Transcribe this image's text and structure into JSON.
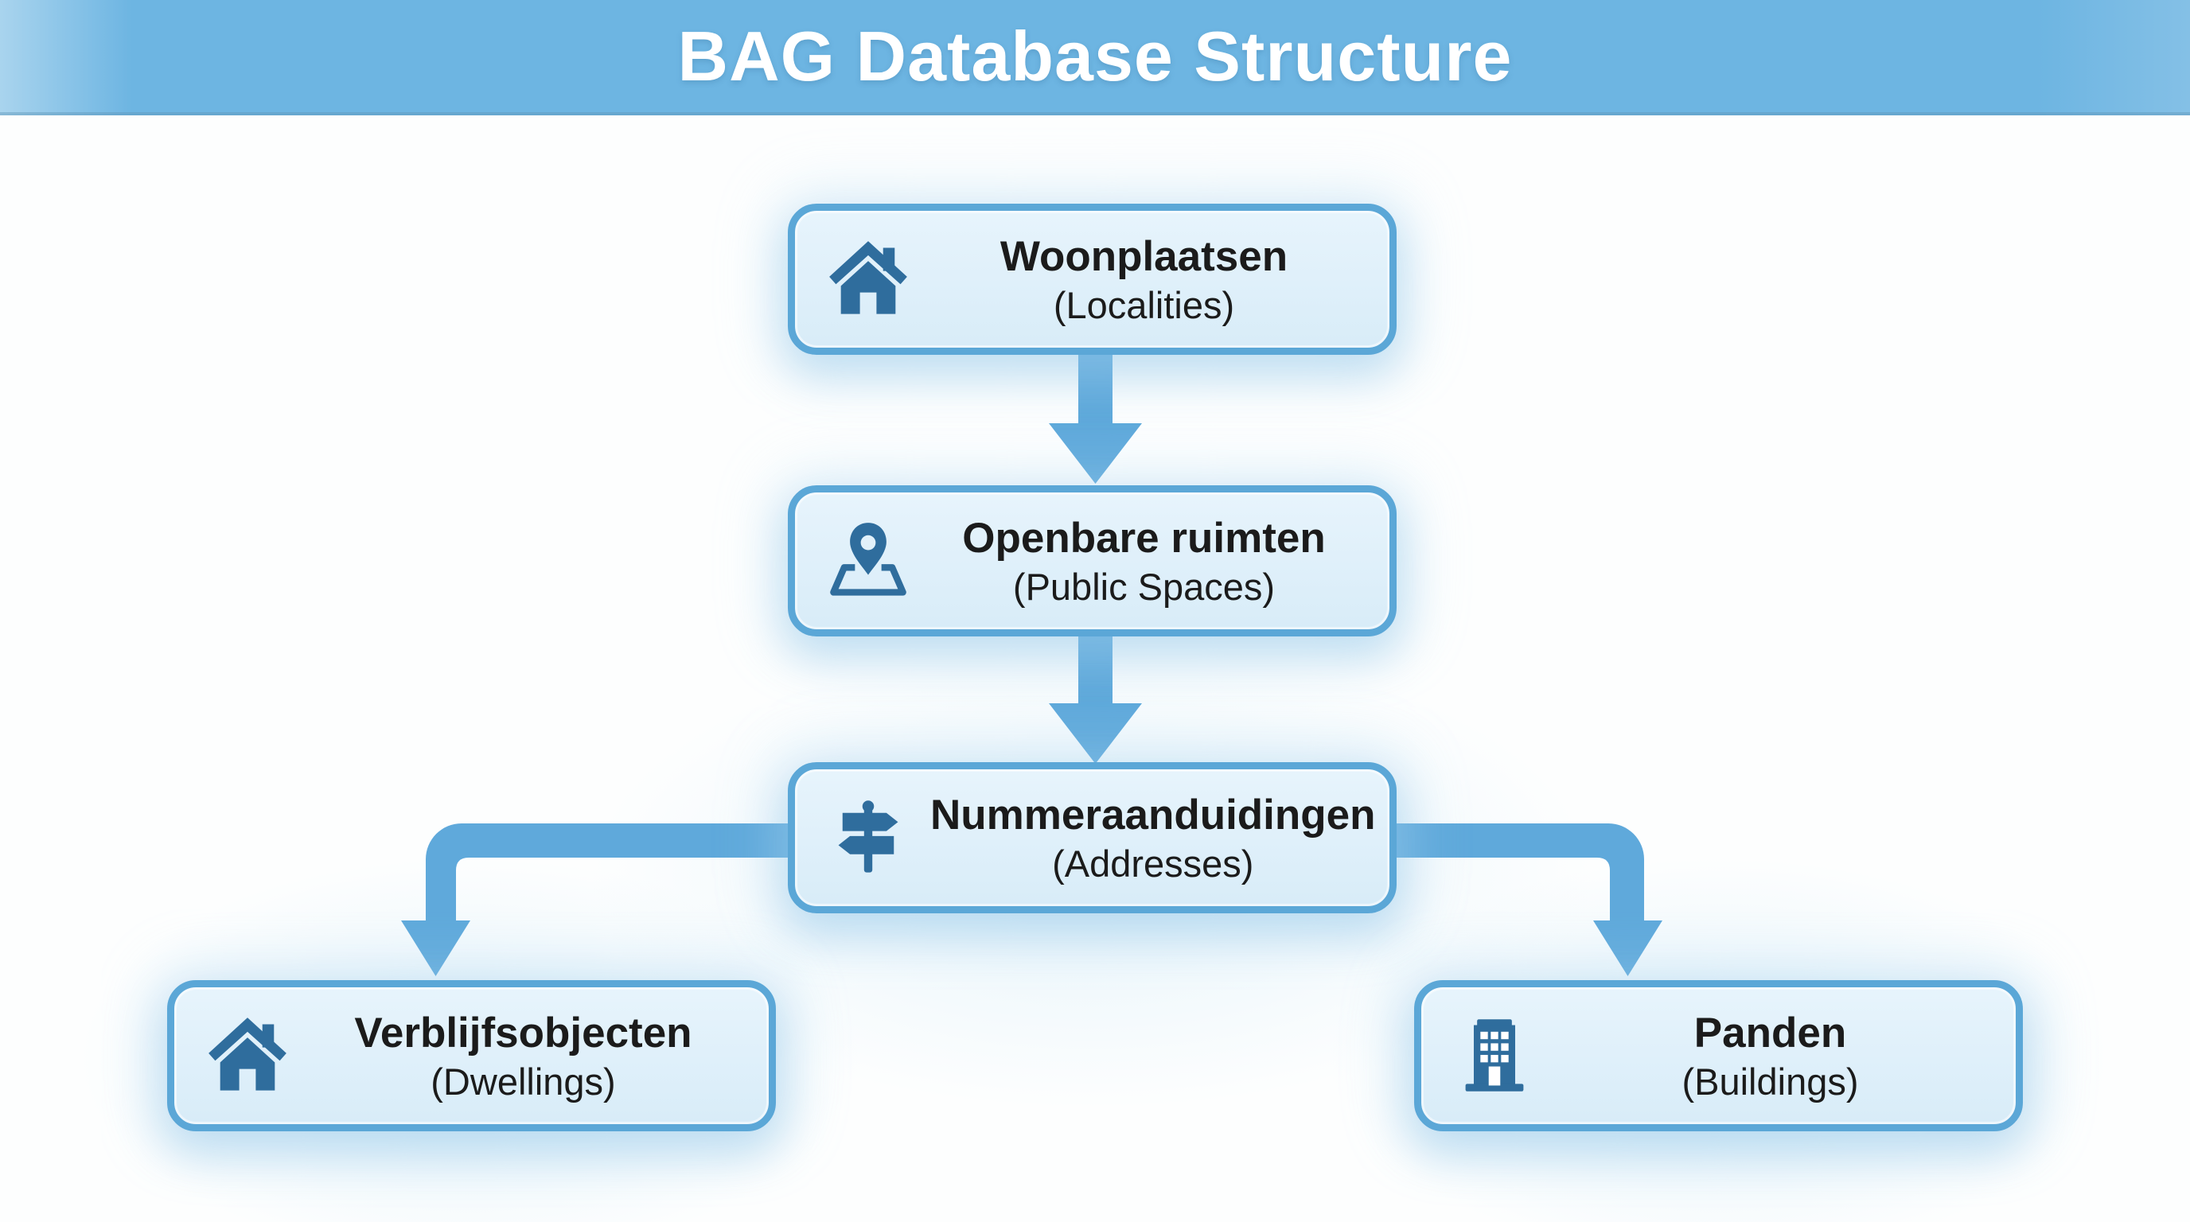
{
  "header": {
    "title": "BAG Database Structure"
  },
  "diagram": {
    "type": "flowchart",
    "nodes": [
      {
        "id": "woonplaatsen",
        "label": "Woonplaatsen",
        "sublabel": "(Localities)",
        "icon": "house-icon"
      },
      {
        "id": "openbare-ruimten",
        "label": "Openbare ruimten",
        "sublabel": "(Public Spaces)",
        "icon": "map-pin-icon"
      },
      {
        "id": "nummeraanduidingen",
        "label": "Nummeraanduidingen",
        "sublabel": "(Addresses)",
        "icon": "signpost-icon"
      },
      {
        "id": "verblijfsobjecten",
        "label": "Verblijfsobjecten",
        "sublabel": "(Dwellings)",
        "icon": "house-icon"
      },
      {
        "id": "panden",
        "label": "Panden",
        "sublabel": "(Buildings)",
        "icon": "building-icon"
      }
    ],
    "edges": [
      {
        "from": "woonplaatsen",
        "to": "openbare-ruimten",
        "style": "straight-down-arrow"
      },
      {
        "from": "openbare-ruimten",
        "to": "nummeraanduidingen",
        "style": "straight-down-arrow"
      },
      {
        "from": "nummeraanduidingen",
        "to": "verblijfsobjecten",
        "style": "elbow-left-down-arrow"
      },
      {
        "from": "nummeraanduidingen",
        "to": "panden",
        "style": "elbow-right-down-arrow"
      }
    ]
  },
  "colors": {
    "header_band": "#6db5e2",
    "header_band_edge": "#a9d4ee",
    "box_fill_top": "#e7f4fc",
    "box_fill_bottom": "#d8ecf8",
    "box_border": "#5ba7d7",
    "connector": "#5fa9db",
    "icon": "#2f6d9d",
    "label_text": "#1b1b1b",
    "title_text": "#ffffff"
  }
}
